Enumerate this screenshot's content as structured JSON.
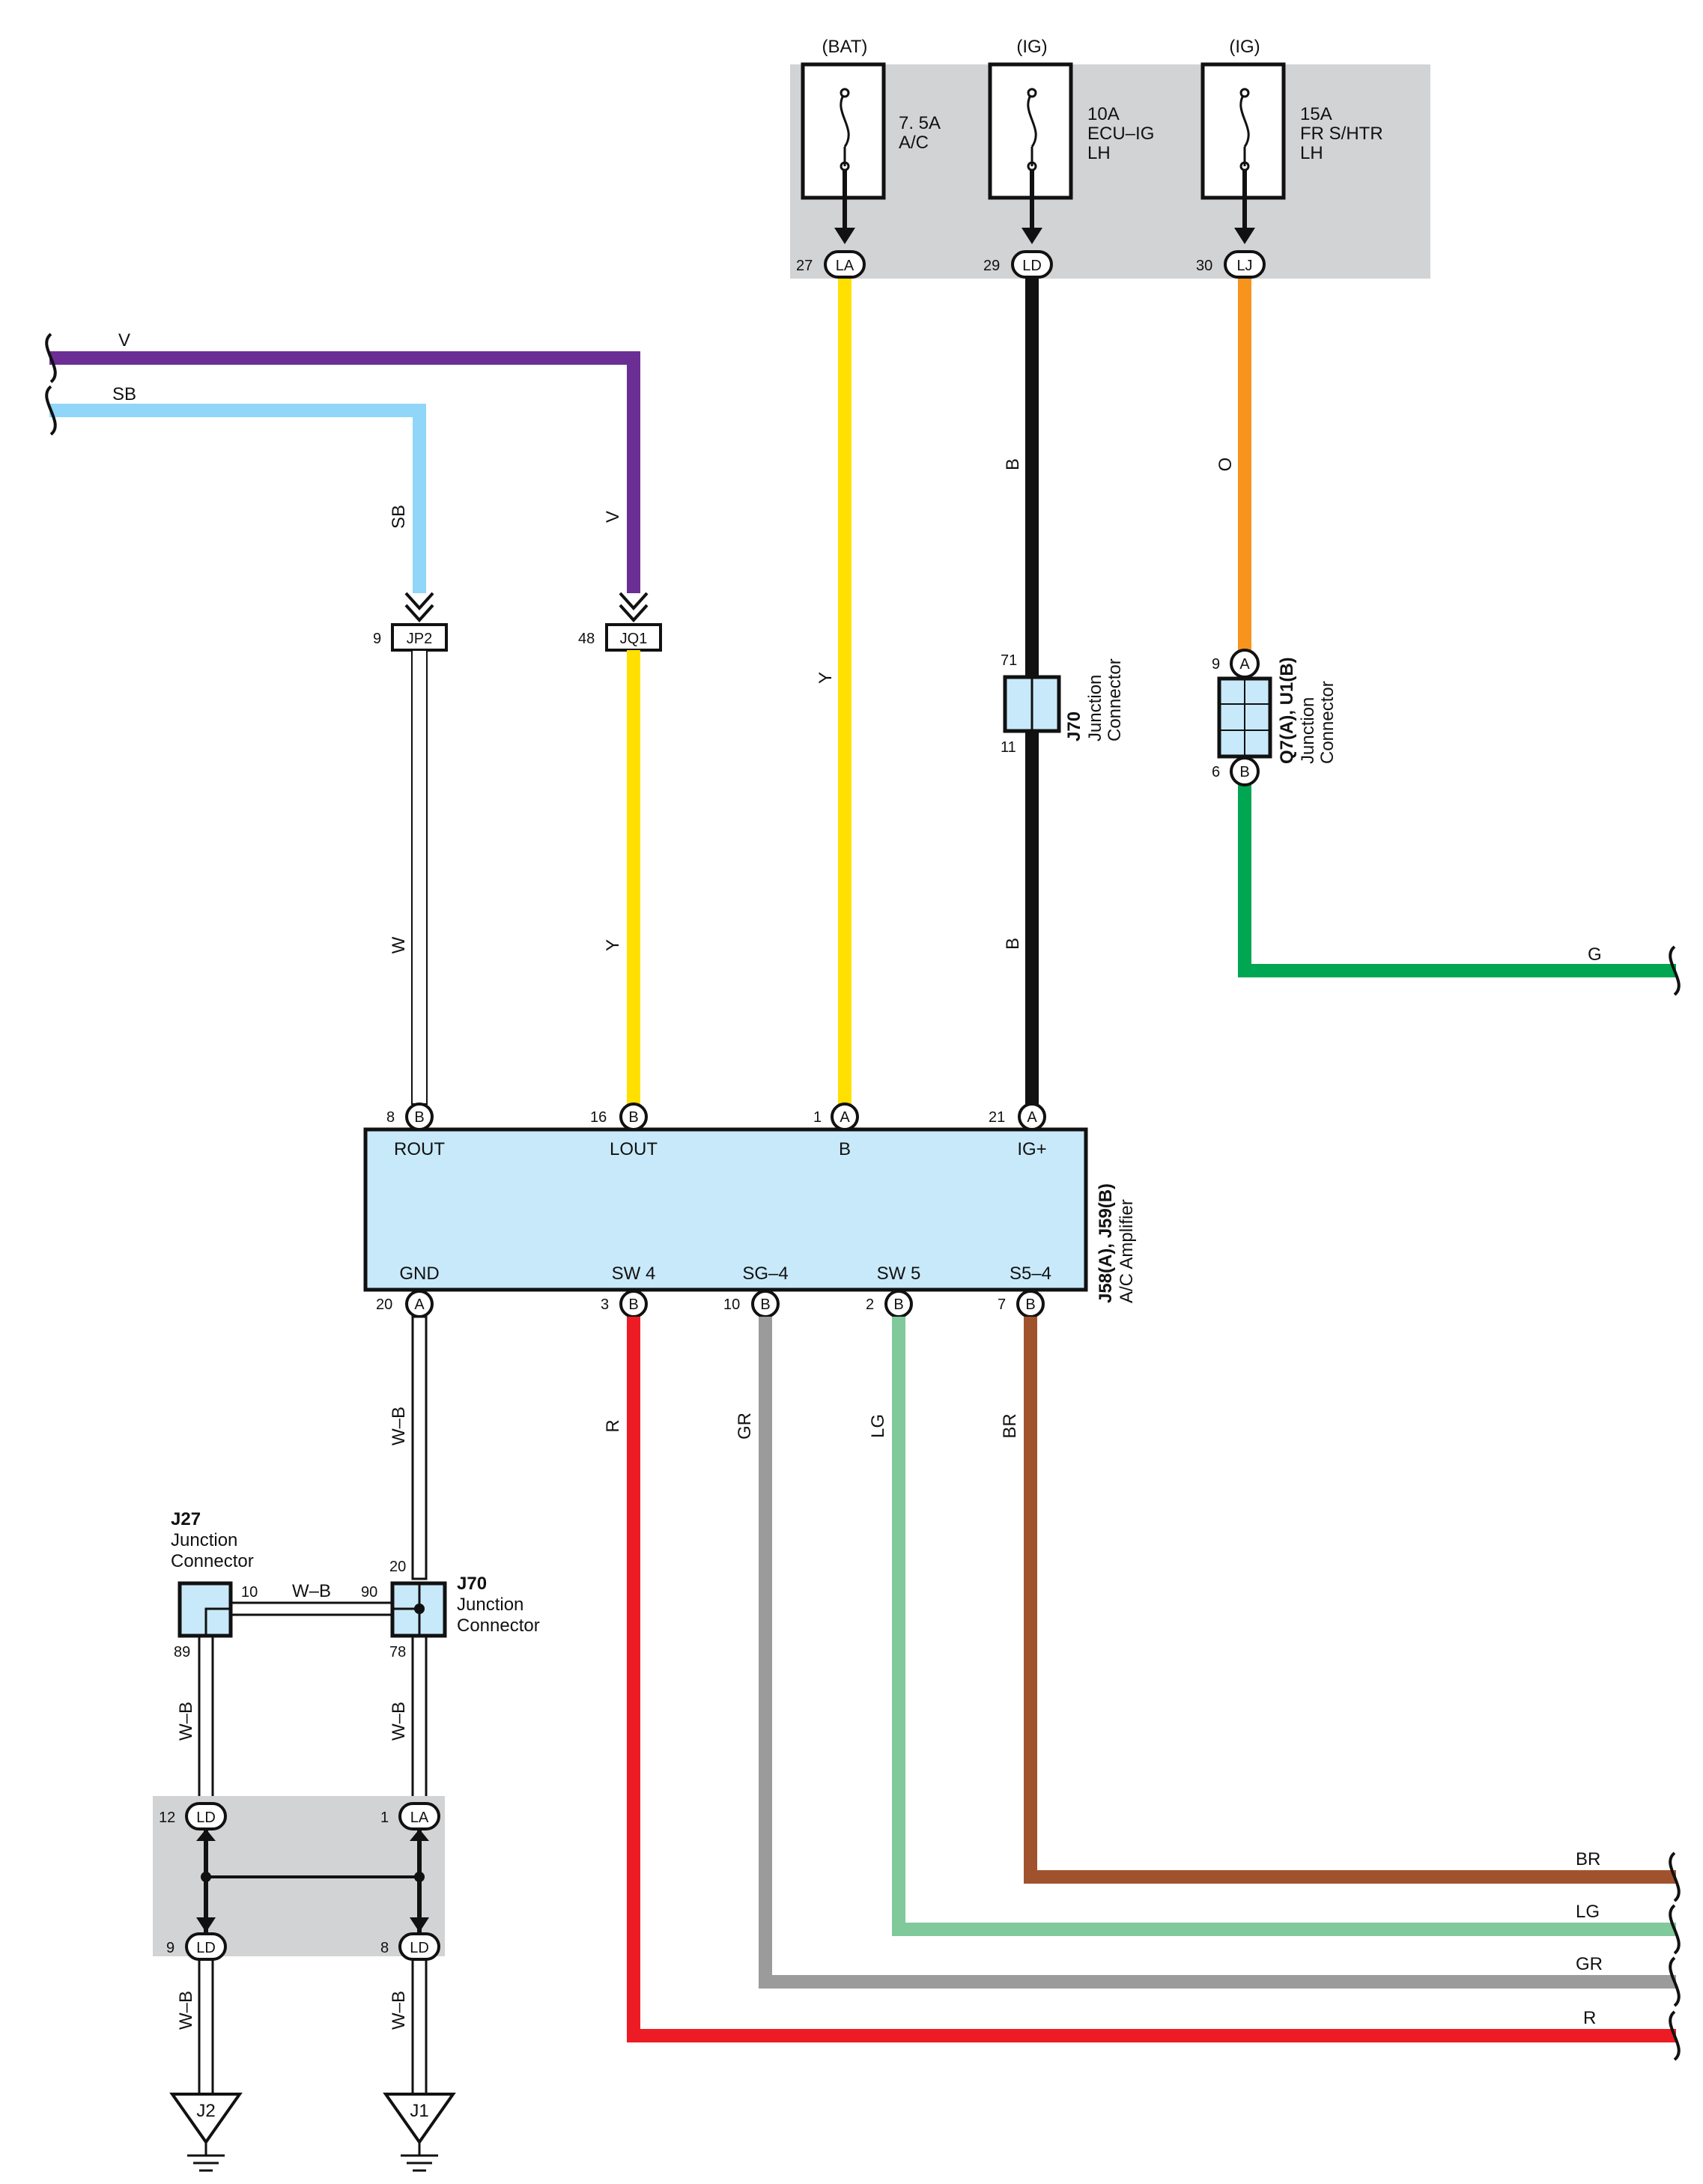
{
  "colors": {
    "V": "#6a2e94",
    "SB": "#8fd6f8",
    "Y": "#ffe000",
    "B": "#111111",
    "O": "#f7941d",
    "G": "#00a651",
    "R": "#ed1c24",
    "GR": "#9b9b9b",
    "LG": "#7fc99a",
    "BR": "#a0522d",
    "component_fill": "#c8e9f9",
    "junction_block": "#d2d3d5"
  },
  "fuses": [
    {
      "source": "(BAT)",
      "rating": "7. 5A",
      "name1": "A/C",
      "name2": "",
      "pin": "27",
      "conn": "LA"
    },
    {
      "source": "(IG)",
      "rating": "10A",
      "name1": "ECU–IG",
      "name2": "LH",
      "pin": "29",
      "conn": "LD"
    },
    {
      "source": "(IG)",
      "rating": "15A",
      "name1": "FR S/HTR",
      "name2": "LH",
      "pin": "30",
      "conn": "LJ"
    }
  ],
  "inputs": {
    "v_label": "V",
    "sb_label": "SB",
    "jp2": {
      "pin": "9",
      "conn": "JP2",
      "in_label": "SB",
      "out_label": "W"
    },
    "jq1": {
      "pin": "48",
      "conn": "JQ1",
      "in_label": "V",
      "out_label": "Y"
    }
  },
  "wire_labels": {
    "y_bat": "Y",
    "b_top": "B",
    "b_bottom": "B",
    "o_top": "O",
    "g_out": "G"
  },
  "j70_top": {
    "pin_top": "71",
    "pin_bottom": "11",
    "id": "J70",
    "line1": "Junction",
    "line2": "Connector"
  },
  "q7": {
    "pin_top": "9",
    "conn_top": "A",
    "pin_bottom": "6",
    "conn_bottom": "B",
    "id": "Q7(A), U1(B)",
    "line1": "Junction",
    "line2": "Connector"
  },
  "amplifier": {
    "id": "J58(A), J59(B)",
    "name": "A/C Amplifier",
    "top_pins": [
      {
        "num": "8",
        "conn": "B",
        "label": "ROUT"
      },
      {
        "num": "16",
        "conn": "B",
        "label": "LOUT"
      },
      {
        "num": "1",
        "conn": "A",
        "label": "B"
      },
      {
        "num": "21",
        "conn": "A",
        "label": "IG+"
      }
    ],
    "bottom_pins": [
      {
        "num": "20",
        "conn": "A",
        "label": "GND"
      },
      {
        "num": "3",
        "conn": "B",
        "label": "SW 4"
      },
      {
        "num": "10",
        "conn": "B",
        "label": "SG–4"
      },
      {
        "num": "2",
        "conn": "B",
        "label": "SW 5"
      },
      {
        "num": "7",
        "conn": "B",
        "label": "S5–4"
      }
    ]
  },
  "bottom_wires": {
    "gnd": "W–B",
    "r": "R",
    "gr": "GR",
    "lg": "LG",
    "br": "BR"
  },
  "right_labels": {
    "br": "BR",
    "lg": "LG",
    "gr": "GR",
    "r": "R"
  },
  "j27": {
    "id": "J27",
    "line1": "Junction",
    "line2": "Connector",
    "pin_right": "10",
    "pin_bottom": "89",
    "link_label": "W–B"
  },
  "j70_bottom": {
    "id": "J70",
    "line1": "Junction",
    "line2": "Connector",
    "pin_top": "20",
    "pin_left": "90",
    "pin_bottom": "78"
  },
  "ground_block": {
    "left_wire": "W–B",
    "right_wire": "W–B",
    "top_left": {
      "pin": "12",
      "conn": "LD"
    },
    "top_right": {
      "pin": "1",
      "conn": "LA"
    },
    "bottom_left": {
      "pin": "9",
      "conn": "LD"
    },
    "bottom_right": {
      "pin": "8",
      "conn": "LD"
    },
    "out_left": "W–B",
    "out_right": "W–B"
  },
  "grounds": [
    {
      "label": "J2"
    },
    {
      "label": "J1"
    }
  ]
}
